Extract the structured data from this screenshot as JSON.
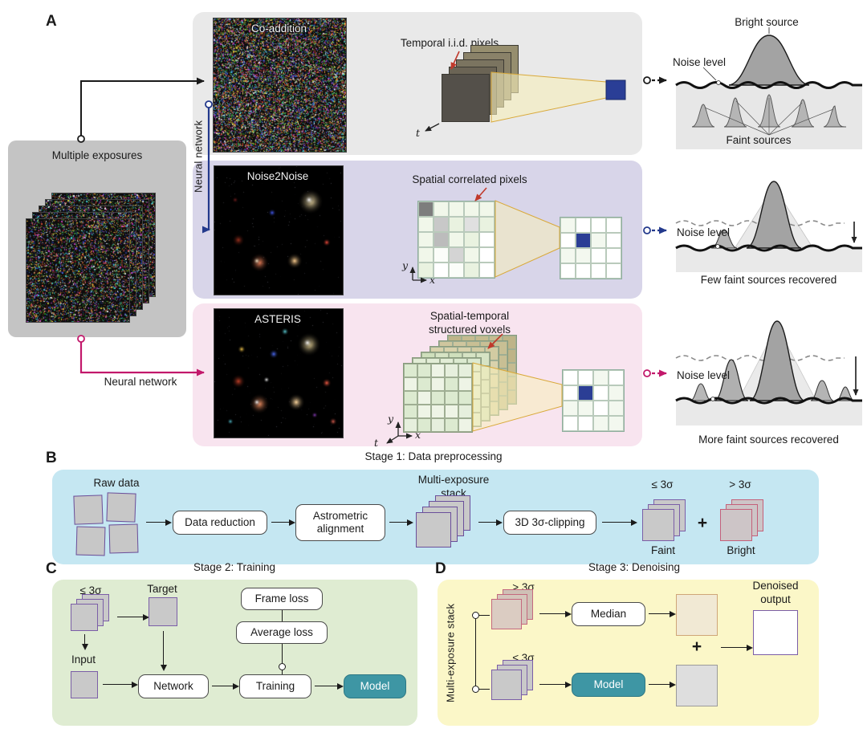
{
  "panel_a": {
    "label": "A",
    "source_box": "Multiple exposures",
    "neural_network_top": "Neural network",
    "neural_network_bottom": "Neural network",
    "rows": [
      {
        "image_label": "Co-addition",
        "method_label": "Temporal i.i.d. pixels"
      },
      {
        "image_label": "Noise2Noise",
        "method_label": "Spatial correlated pixels"
      },
      {
        "image_label": "ASTERIS",
        "method_label": "Spatial-temporal structured voxels"
      }
    ],
    "axes": {
      "t": "t",
      "y": "y",
      "x": "x"
    },
    "plots": [
      {
        "top_label": "Bright source",
        "noise_label": "Noise level",
        "bottom_label": "Faint sources"
      },
      {
        "noise_label": "Noise level",
        "caption": "Few faint sources recovered"
      },
      {
        "noise_label": "Noise level",
        "caption": "More faint sources recovered"
      }
    ]
  },
  "panel_b": {
    "label": "B",
    "title": "Stage 1: Data preprocessing",
    "raw_data_label": "Raw data",
    "box1": "Data reduction",
    "box2": "Astrometric alignment",
    "stack_label": "Multi-exposure stack",
    "box3": "3D 3σ-clipping",
    "faint_sigma": "≤ 3σ",
    "faint_caption": "Faint",
    "plus": "+",
    "bright_sigma": "> 3σ",
    "bright_caption": "Bright"
  },
  "panel_c": {
    "label": "C",
    "title": "Stage 2: Training",
    "sigma_label": "≤ 3σ",
    "target_label": "Target",
    "input_label": "Input",
    "frame_loss": "Frame loss",
    "average_loss": "Average loss",
    "network": "Network",
    "training": "Training",
    "model": "Model"
  },
  "panel_d": {
    "label": "D",
    "title": "Stage 3: Denoising",
    "stack_label": "Multi-exposure stack",
    "bright_sigma": "> 3σ",
    "faint_sigma": "≤ 3σ",
    "median": "Median",
    "model": "Model",
    "plus": "+",
    "output_label": "Denoised output"
  },
  "colors": {
    "coaddition_row_bg": "#e9e9e9",
    "noise2noise_row_bg": "#d8d5e9",
    "asteris_row_bg": "#f8e4ef",
    "stage1_bg": "#c5e7f2",
    "stage2_bg": "#dfecd2",
    "stage3_bg": "#fbf7c8",
    "source_box_bg": "#c4c4c4",
    "model_fill": "#3e96a4",
    "noise2noise_arrow": "#23398c",
    "asteris_arrow": "#c2186b",
    "annotation_red": "#c0392b",
    "beam_edge": "#d9a93a",
    "target_pixel_blue": "#2b3e95",
    "faint_border_purple": "#7b5ea7",
    "bright_border_pink": "#c4607a"
  }
}
